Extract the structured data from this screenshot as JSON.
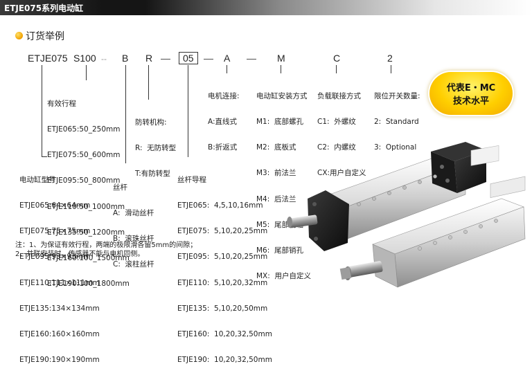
{
  "header": {
    "title": "ETJE075系列电动缸"
  },
  "section": {
    "title": "订货举例"
  },
  "model_code": {
    "series": "ETJE075",
    "stroke": "S100",
    "sep1": "--",
    "screw": "B",
    "anti": "R",
    "dash1": "—",
    "lead": "05",
    "dash2": "—",
    "motor": "A",
    "dash3": "—",
    "mount": "M",
    "load": "C",
    "switch": "2"
  },
  "stroke_group": {
    "title": "有效行程",
    "items": [
      "ETJE065:50_250mm",
      "ETJE075:50_600mm",
      "ETJE095:50_800mm",
      "ETJE110:50_1000mm",
      "ETJE135:50_1200mm",
      "ETJE160:100_1500mm",
      "ETJE190:100_1800mm"
    ]
  },
  "model_group": {
    "title": "电动缸型号",
    "items": [
      "ETJE065:64×64mm",
      "ETJE075:75×75mm",
      "ETJE095:93×93mm",
      "ETJE110:111×111mm",
      "ETJE135:134×134mm",
      "ETJE160:160×160mm",
      "ETJE190:190×190mm"
    ]
  },
  "screw_group": {
    "title": "丝杆",
    "items": [
      "A:  滑动丝杆",
      "B:  滚珠丝杆",
      "C:  滚柱丝杆"
    ]
  },
  "anti_group": {
    "title": "防转机构:",
    "items": [
      "R:  无防转型",
      "T:有防转型"
    ]
  },
  "lead_group": {
    "title": "丝杆导程",
    "items": [
      "ETJE065:  4,5,10,16mm",
      "ETJE075:  5,10,20,25mm",
      "ETJE095:  5,10,20,25mm",
      "ETJE110:  5,10,20,32mm",
      "ETJE135:  5,10,20,50mm",
      "ETJE160:  10,20,32,50mm",
      "ETJE190:  10,20,32,50mm"
    ]
  },
  "motor_group": {
    "title": "电机连接:",
    "items": [
      "A:直线式",
      "B:折返式"
    ]
  },
  "mount_group": {
    "title": "电动缸安装方式",
    "items": [
      "M1:  底部螺孔",
      "M2:  底板式",
      "M3:  前法兰",
      "M4:  后法兰",
      "M5:  尾部销轴",
      "M6:  尾部销孔",
      "MX:  用户自定义"
    ]
  },
  "load_group": {
    "title": "负载联接方式",
    "items": [
      "C1:  外螺纹",
      "C2:  内螺纹",
      "CX:用户自定义"
    ]
  },
  "switch_group": {
    "title": "限位开关数量:",
    "items": [
      "2:  Standard",
      "3:  Optional"
    ]
  },
  "badge": {
    "line1": "代表E・MC",
    "line2": "技术水平"
  },
  "notes": [
    "注：1、为保证有效行程，两端的极限滑各留5mm的间隙；",
    "2、并联安装时，传感器不能与电机同侧。"
  ]
}
